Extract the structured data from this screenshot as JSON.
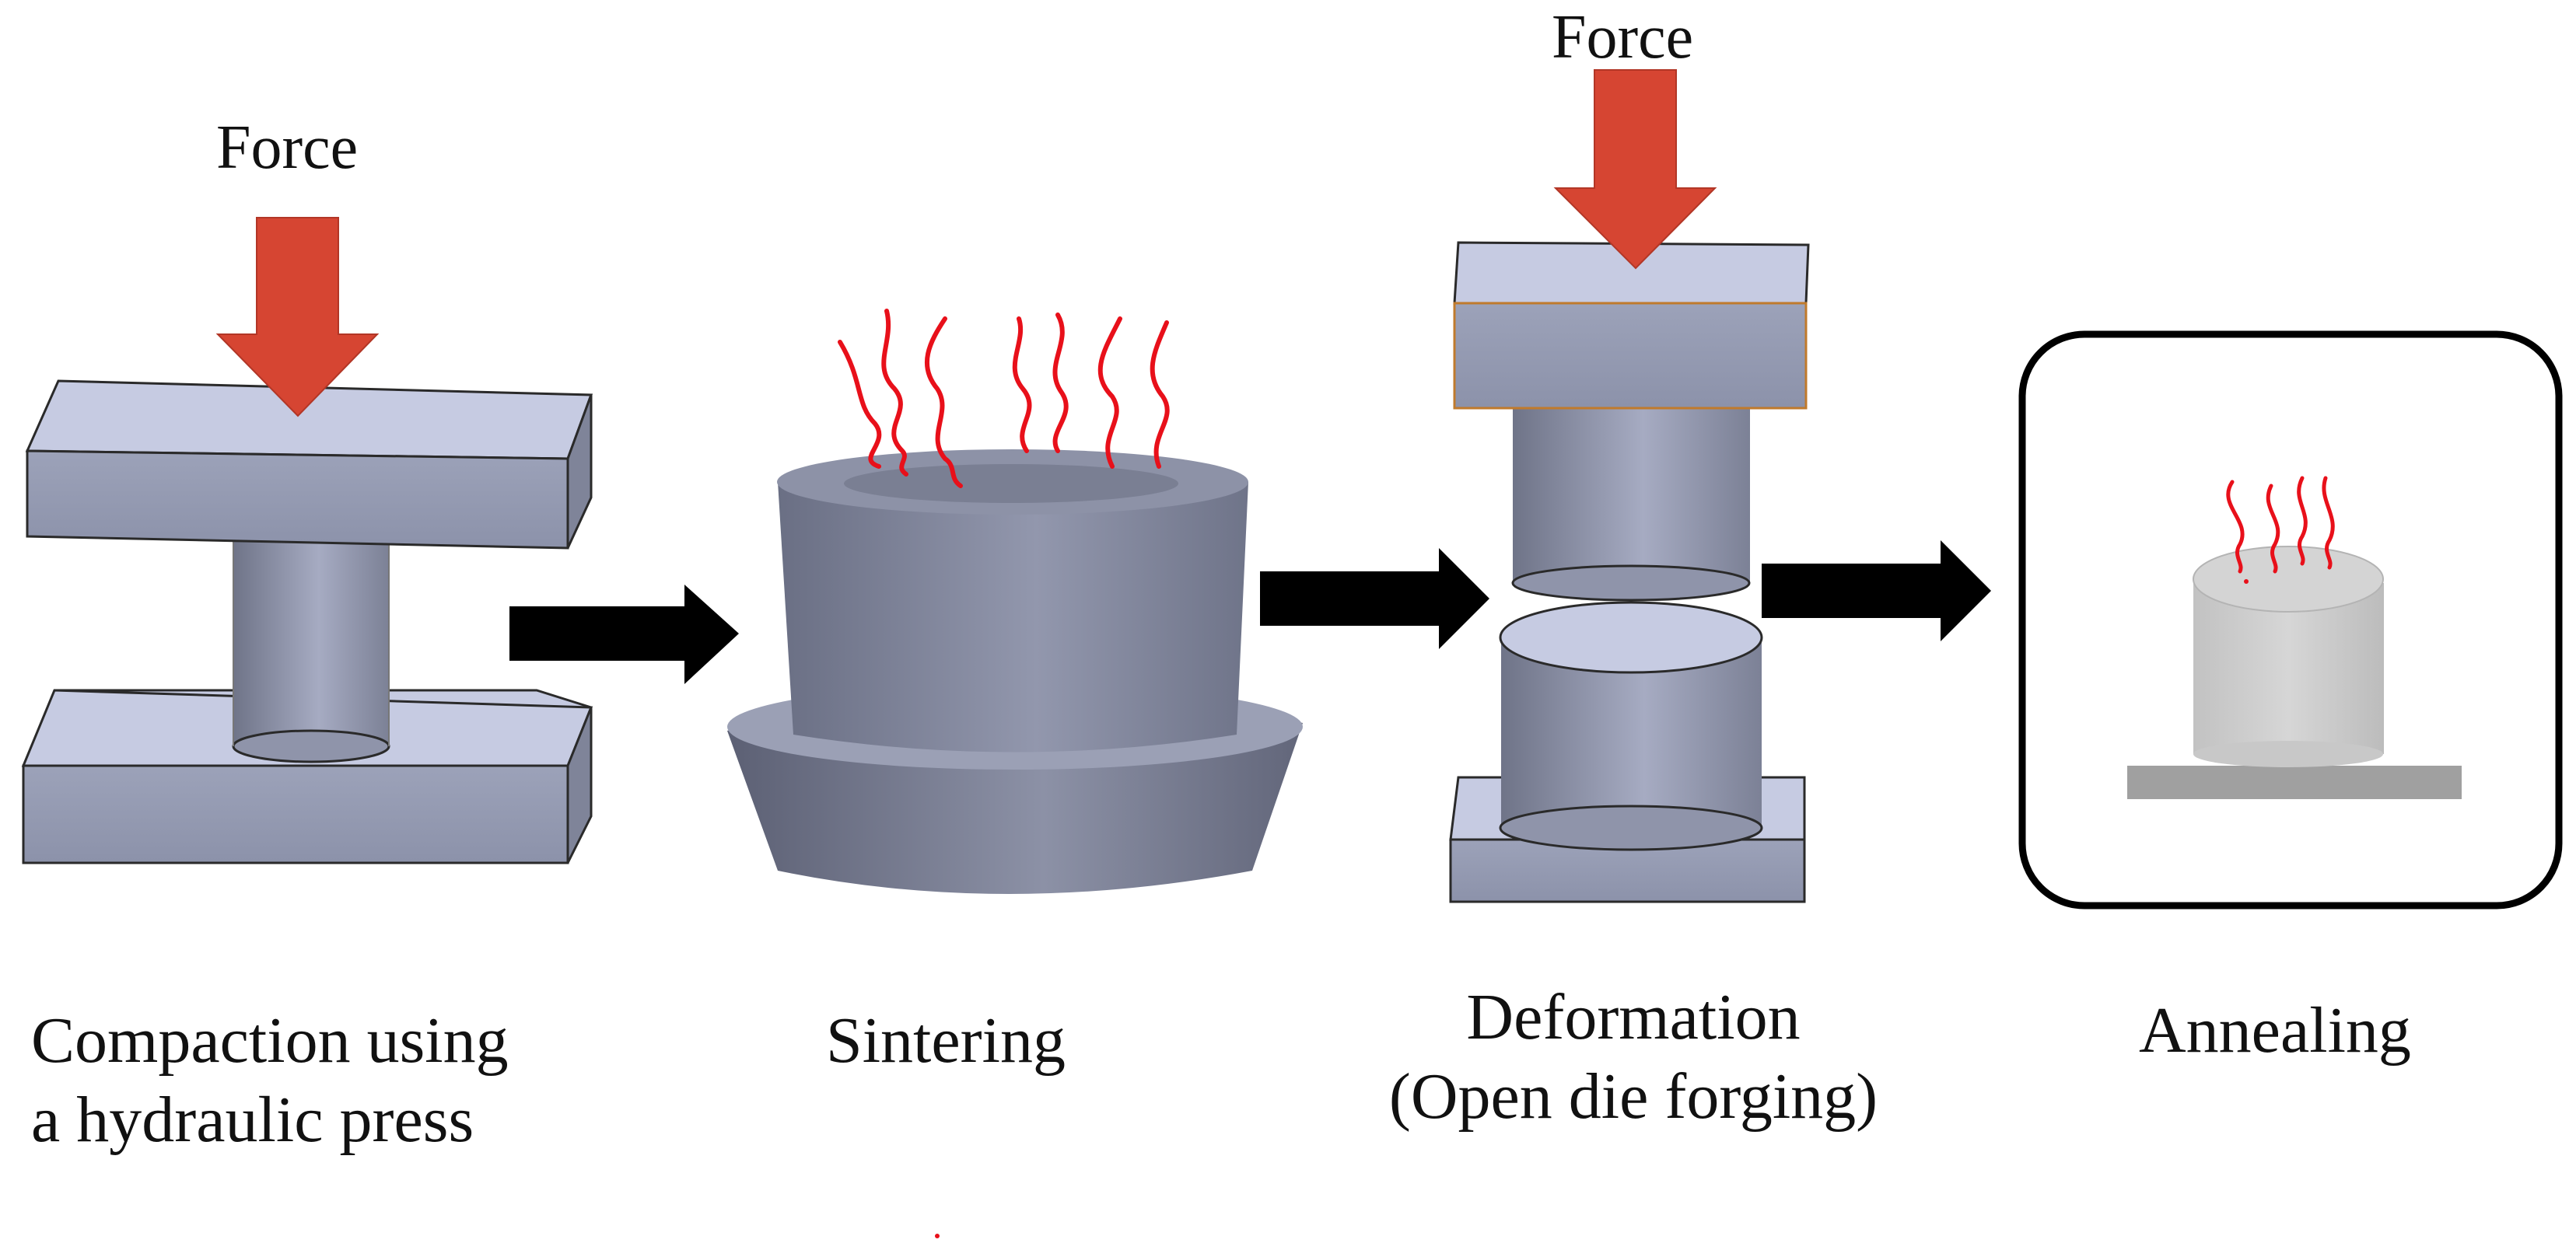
{
  "forces": [
    "Force",
    "Force"
  ],
  "steps": [
    {
      "lines": [
        "Compaction using",
        "a hydraulic press"
      ]
    },
    {
      "lines": [
        "Sintering"
      ]
    },
    {
      "lines": [
        "Deformation",
        "(Open die forging)"
      ]
    },
    {
      "lines": [
        "Annealing"
      ]
    }
  ],
  "colors": {
    "arrow_force": "#d64532",
    "flow_arrow": "#000000",
    "heat_lines": "#e8101a",
    "part_light": "#c6cbe2",
    "part_mid": "#9ba1b8",
    "part_dark": "#6e7389"
  }
}
